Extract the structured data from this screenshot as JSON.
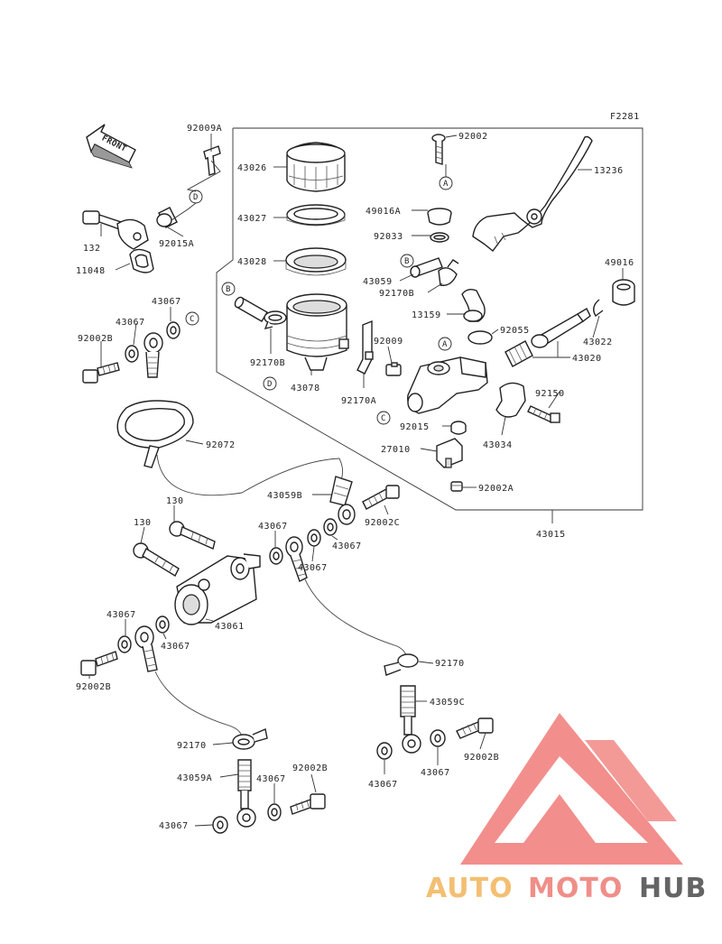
{
  "ref": "F2281",
  "front": "FRONT",
  "logo": {
    "part1": "AUTO",
    "part2": "MOTO",
    "part3": "HUB",
    "color1": "#f2b45a",
    "color2": "#ee7b75",
    "color3": "#4a4a4a",
    "triangle": "#f07b78"
  },
  "callouts": {
    "A": "A",
    "B": "B",
    "C": "C",
    "D": "D"
  },
  "parts": {
    "p92009A": "92009A",
    "p43026": "43026",
    "p43027": "43027",
    "p43028": "43028",
    "p92002": "92002",
    "p13236": "13236",
    "p49016A": "49016A",
    "p92033": "92033",
    "p43059": "43059",
    "p92170B_a": "92170B",
    "p13159": "13159",
    "p92055": "92055",
    "p49016": "49016",
    "p43022": "43022",
    "p43020": "43020",
    "p92150": "92150",
    "p92009": "92009",
    "p92170A": "92170A",
    "p43078": "43078",
    "p92170B_b": "92170B",
    "p92015": "92015",
    "p43034": "43034",
    "p27010": "27010",
    "p92002A": "92002A",
    "p43015": "43015",
    "p132": "132",
    "p92015A": "92015A",
    "p11048": "11048",
    "p43067_a": "43067",
    "p43067_b": "43067",
    "p92002B_a": "92002B",
    "p92072": "92072",
    "p43059B": "43059B",
    "p92002C": "92002C",
    "p130_a": "130",
    "p130_b": "130",
    "p43067_c": "43067",
    "p43067_d": "43067",
    "p43067_e": "43067",
    "p43061": "43061",
    "p43067_f": "43067",
    "p43067_g": "43067",
    "p92002B_b": "92002B",
    "p92170_a": "92170",
    "p43059C": "43059C",
    "p92002B_c": "92002B",
    "p43067_h": "43067",
    "p43067_i": "43067",
    "p92170_b": "92170",
    "p43059A": "43059A",
    "p43067_j": "43067",
    "p92002B_d": "92002B",
    "p43067_k": "43067"
  }
}
